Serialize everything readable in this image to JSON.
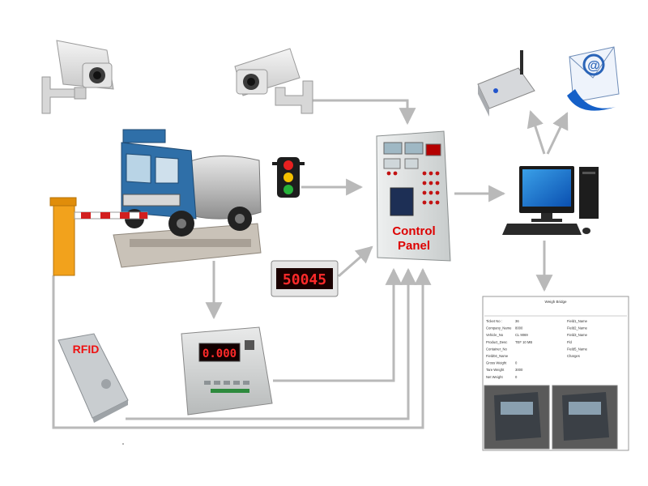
{
  "labels": {
    "rfid": "RFID",
    "control_panel_line1": "Control",
    "control_panel_line2": "Panel"
  },
  "display_readouts": {
    "remote_display": "50045",
    "indicator": "0.000"
  },
  "ticket": {
    "header_lines": [
      "Weigh Bridge",
      "",
      ""
    ],
    "field_labels": [
      "Ticket No :",
      "Company_Name",
      "Vehicle_No",
      "Product_Desc",
      "Container_No",
      "Field04_Name",
      "Gross Weight",
      "Tare Weight",
      "Net Weight"
    ],
    "field_values": [
      "36",
      "8000",
      "CL 9069",
      "TEF 10 MB",
      "",
      "",
      "0",
      "3000",
      "0"
    ],
    "right_labels": [
      "Field1_Name",
      "Field2_Name",
      "Field3_Name",
      "Fld",
      "Field5_Name",
      "Charges"
    ]
  },
  "colors": {
    "arrow": "#b9b9b9",
    "barrier_stripe": "#d21f1f",
    "control_panel_text": "#d00000",
    "rfid_text": "#e11111",
    "display_digits": "#ff2a2a"
  },
  "icons": [
    "cctv-camera-icon",
    "cctv-camera-icon",
    "tanker-truck-icon",
    "boom-barrier-icon",
    "traffic-light-icon",
    "remote-display-icon",
    "control-panel-icon",
    "rfid-reader-icon",
    "weighing-indicator-icon",
    "gsm-modem-icon",
    "email-icon",
    "computer-icon",
    "weighbridge-ticket-icon"
  ]
}
